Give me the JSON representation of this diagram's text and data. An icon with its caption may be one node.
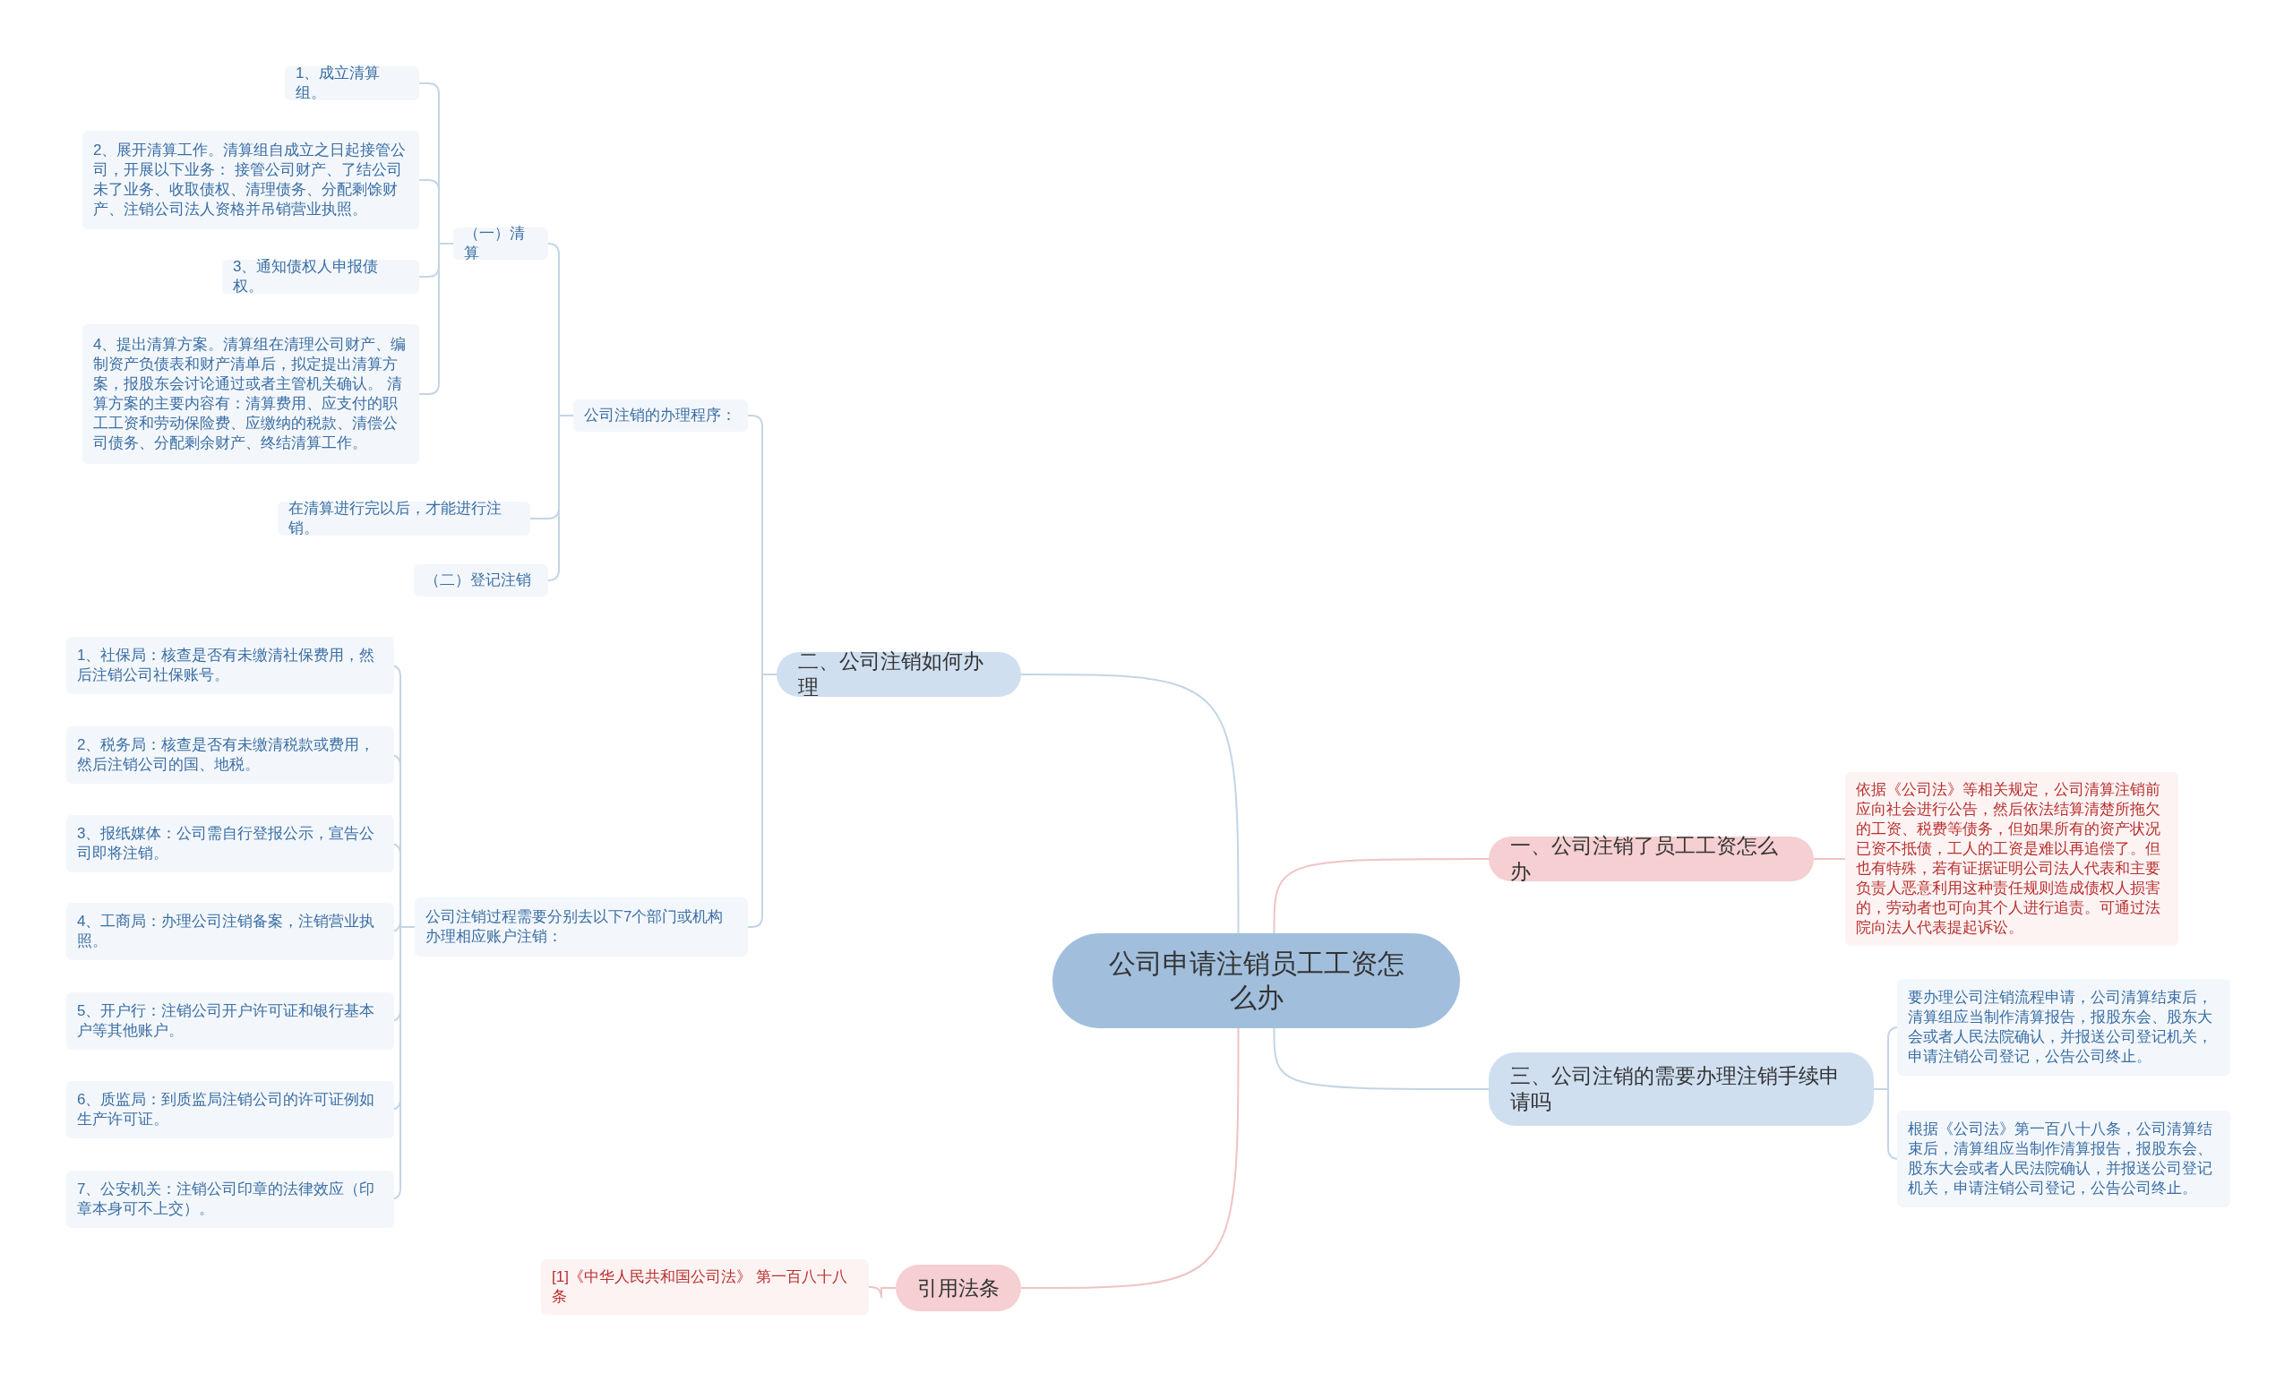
{
  "diagram": {
    "nodes": [
      {
        "text": [
          "公司申请注销员工工资怎么办"
        ]
      },
      {
        "text": [
          "一、公司注销了员工工资怎么办"
        ]
      },
      {
        "text": [
          "依据《公司法》等相关规定，公司清算注销前应向社会进行公告，然后依法结算清楚所拖欠的工资、税费等债务，但如果所有的资产状况已资不抵债，工人的工资是难以再追偿了。但也有特殊，若有证据证明公司法人代表和主要负责人恶意利用这种责任规则造成债权人损害的，劳动者也可向其个人进行追责。可通过法院向法人代表提起诉讼。"
        ]
      },
      {
        "text": [
          "二、公司注销如何办理"
        ]
      },
      {
        "text": [
          "公司注销的办理程序："
        ]
      },
      {
        "text": [
          "（一）清算"
        ]
      },
      {
        "text": [
          "1、成立清算组。"
        ]
      },
      {
        "text": [
          "2、展开清算工作。清算组自成立之日起接管公司，开展以下业务： 接管公司财产、了结公司未了业务、收取债权、清理债务、分配剩馀财产、注销公司法人资格并吊销营业执照。"
        ]
      },
      {
        "text": [
          "3、通知债权人申报债权。"
        ]
      },
      {
        "text": [
          "4、提出清算方案。清算组在清理公司财产、编制资产负债表和财产清单后，拟定提出清算方案，报股东会讨论通过或者主管机关确认。 清算方案的主要内容有：清算费用、应支付的职工工资和劳动保险费、应缴纳的税款、清偿公司债务、分配剩余财产、终结清算工作。"
        ]
      },
      {
        "text": [
          "在清算进行完以后，才能进行注销。"
        ]
      },
      {
        "text": [
          "（二）登记注销"
        ]
      },
      {
        "text": [
          "公司注销过程需要分别去以下7个部门或机构办理相应账户注销："
        ]
      },
      {
        "text": [
          "1、社保局：核查是否有未缴清社保费用，然后注销公司社保账号。"
        ]
      },
      {
        "text": [
          "2、税务局：核查是否有未缴清税款或费用，然后注销公司的国、地税。"
        ]
      },
      {
        "text": [
          "3、报纸媒体：公司需自行登报公示，宣告公司即将注销。"
        ]
      },
      {
        "text": [
          "4、工商局：办理公司注销备案，注销营业执照。"
        ]
      },
      {
        "text": [
          "5、开户行：注销公司开户许可证和银行基本户等其他账户。"
        ]
      },
      {
        "text": [
          "6、质监局：到质监局注销公司的许可证例如生产许可证。"
        ]
      },
      {
        "text": [
          "7、公安机关：注销公司印章的法律效应（印章本身可不上交）。"
        ]
      },
      {
        "text": [
          "三、公司注销的需要办理注销手续申请吗"
        ]
      },
      {
        "text": [
          "要办理公司注销流程申请，公司清算结束后，清算组应当制作清算报告，报股东会、股东大会或者人民法院确认，并报送公司登记机关，申请注销公司登记，公告公司终止。"
        ]
      },
      {
        "text": [
          "根据《公司法》第一百八十八条，公司清算结束后，清算组应当制作清算报告，报股东会、股东大会或者人民法院确认，并报送公司登记机关，申请注销公司登记，公告公司终止。"
        ]
      },
      {
        "text": [
          "引用法条"
        ]
      },
      {
        "text": [
          "[1]《中华人民共和国公司法》 第一百八十八条"
        ]
      }
    ],
    "edges": [
      {
        "from": 0,
        "to": 1,
        "arrow": "none",
        "color": "#efc3c5"
      },
      {
        "from": 1,
        "to": 2,
        "arrow": "none",
        "color": "#efc3c5"
      },
      {
        "from": 0,
        "to": 3,
        "arrow": "none"
      },
      {
        "from": 3,
        "to": 4,
        "arrow": "none"
      },
      {
        "from": 4,
        "to": 5,
        "arrow": "none"
      },
      {
        "from": 5,
        "to": 6,
        "arrow": "none"
      },
      {
        "from": 5,
        "to": 7,
        "arrow": "none"
      },
      {
        "from": 5,
        "to": 8,
        "arrow": "none"
      },
      {
        "from": 5,
        "to": 9,
        "arrow": "none"
      },
      {
        "from": 4,
        "to": 10,
        "arrow": "none"
      },
      {
        "from": 4,
        "to": 11,
        "arrow": "none"
      },
      {
        "from": 3,
        "to": 12,
        "arrow": "none"
      },
      {
        "from": 12,
        "to": 13,
        "arrow": "none"
      },
      {
        "from": 12,
        "to": 14,
        "arrow": "none"
      },
      {
        "from": 12,
        "to": 15,
        "arrow": "none"
      },
      {
        "from": 12,
        "to": 16,
        "arrow": "none"
      },
      {
        "from": 12,
        "to": 17,
        "arrow": "none"
      },
      {
        "from": 12,
        "to": 18,
        "arrow": "none"
      },
      {
        "from": 12,
        "to": 19,
        "arrow": "none"
      },
      {
        "from": 0,
        "to": 20,
        "arrow": "none"
      },
      {
        "from": 20,
        "to": 21,
        "arrow": "none"
      },
      {
        "from": 20,
        "to": 22,
        "arrow": "none"
      },
      {
        "from": 0,
        "to": 23,
        "arrow": "none",
        "color": "#efc3c5"
      },
      {
        "from": 23,
        "to": 24,
        "arrow": "none",
        "color": "#efc3c5"
      }
    ]
  }
}
